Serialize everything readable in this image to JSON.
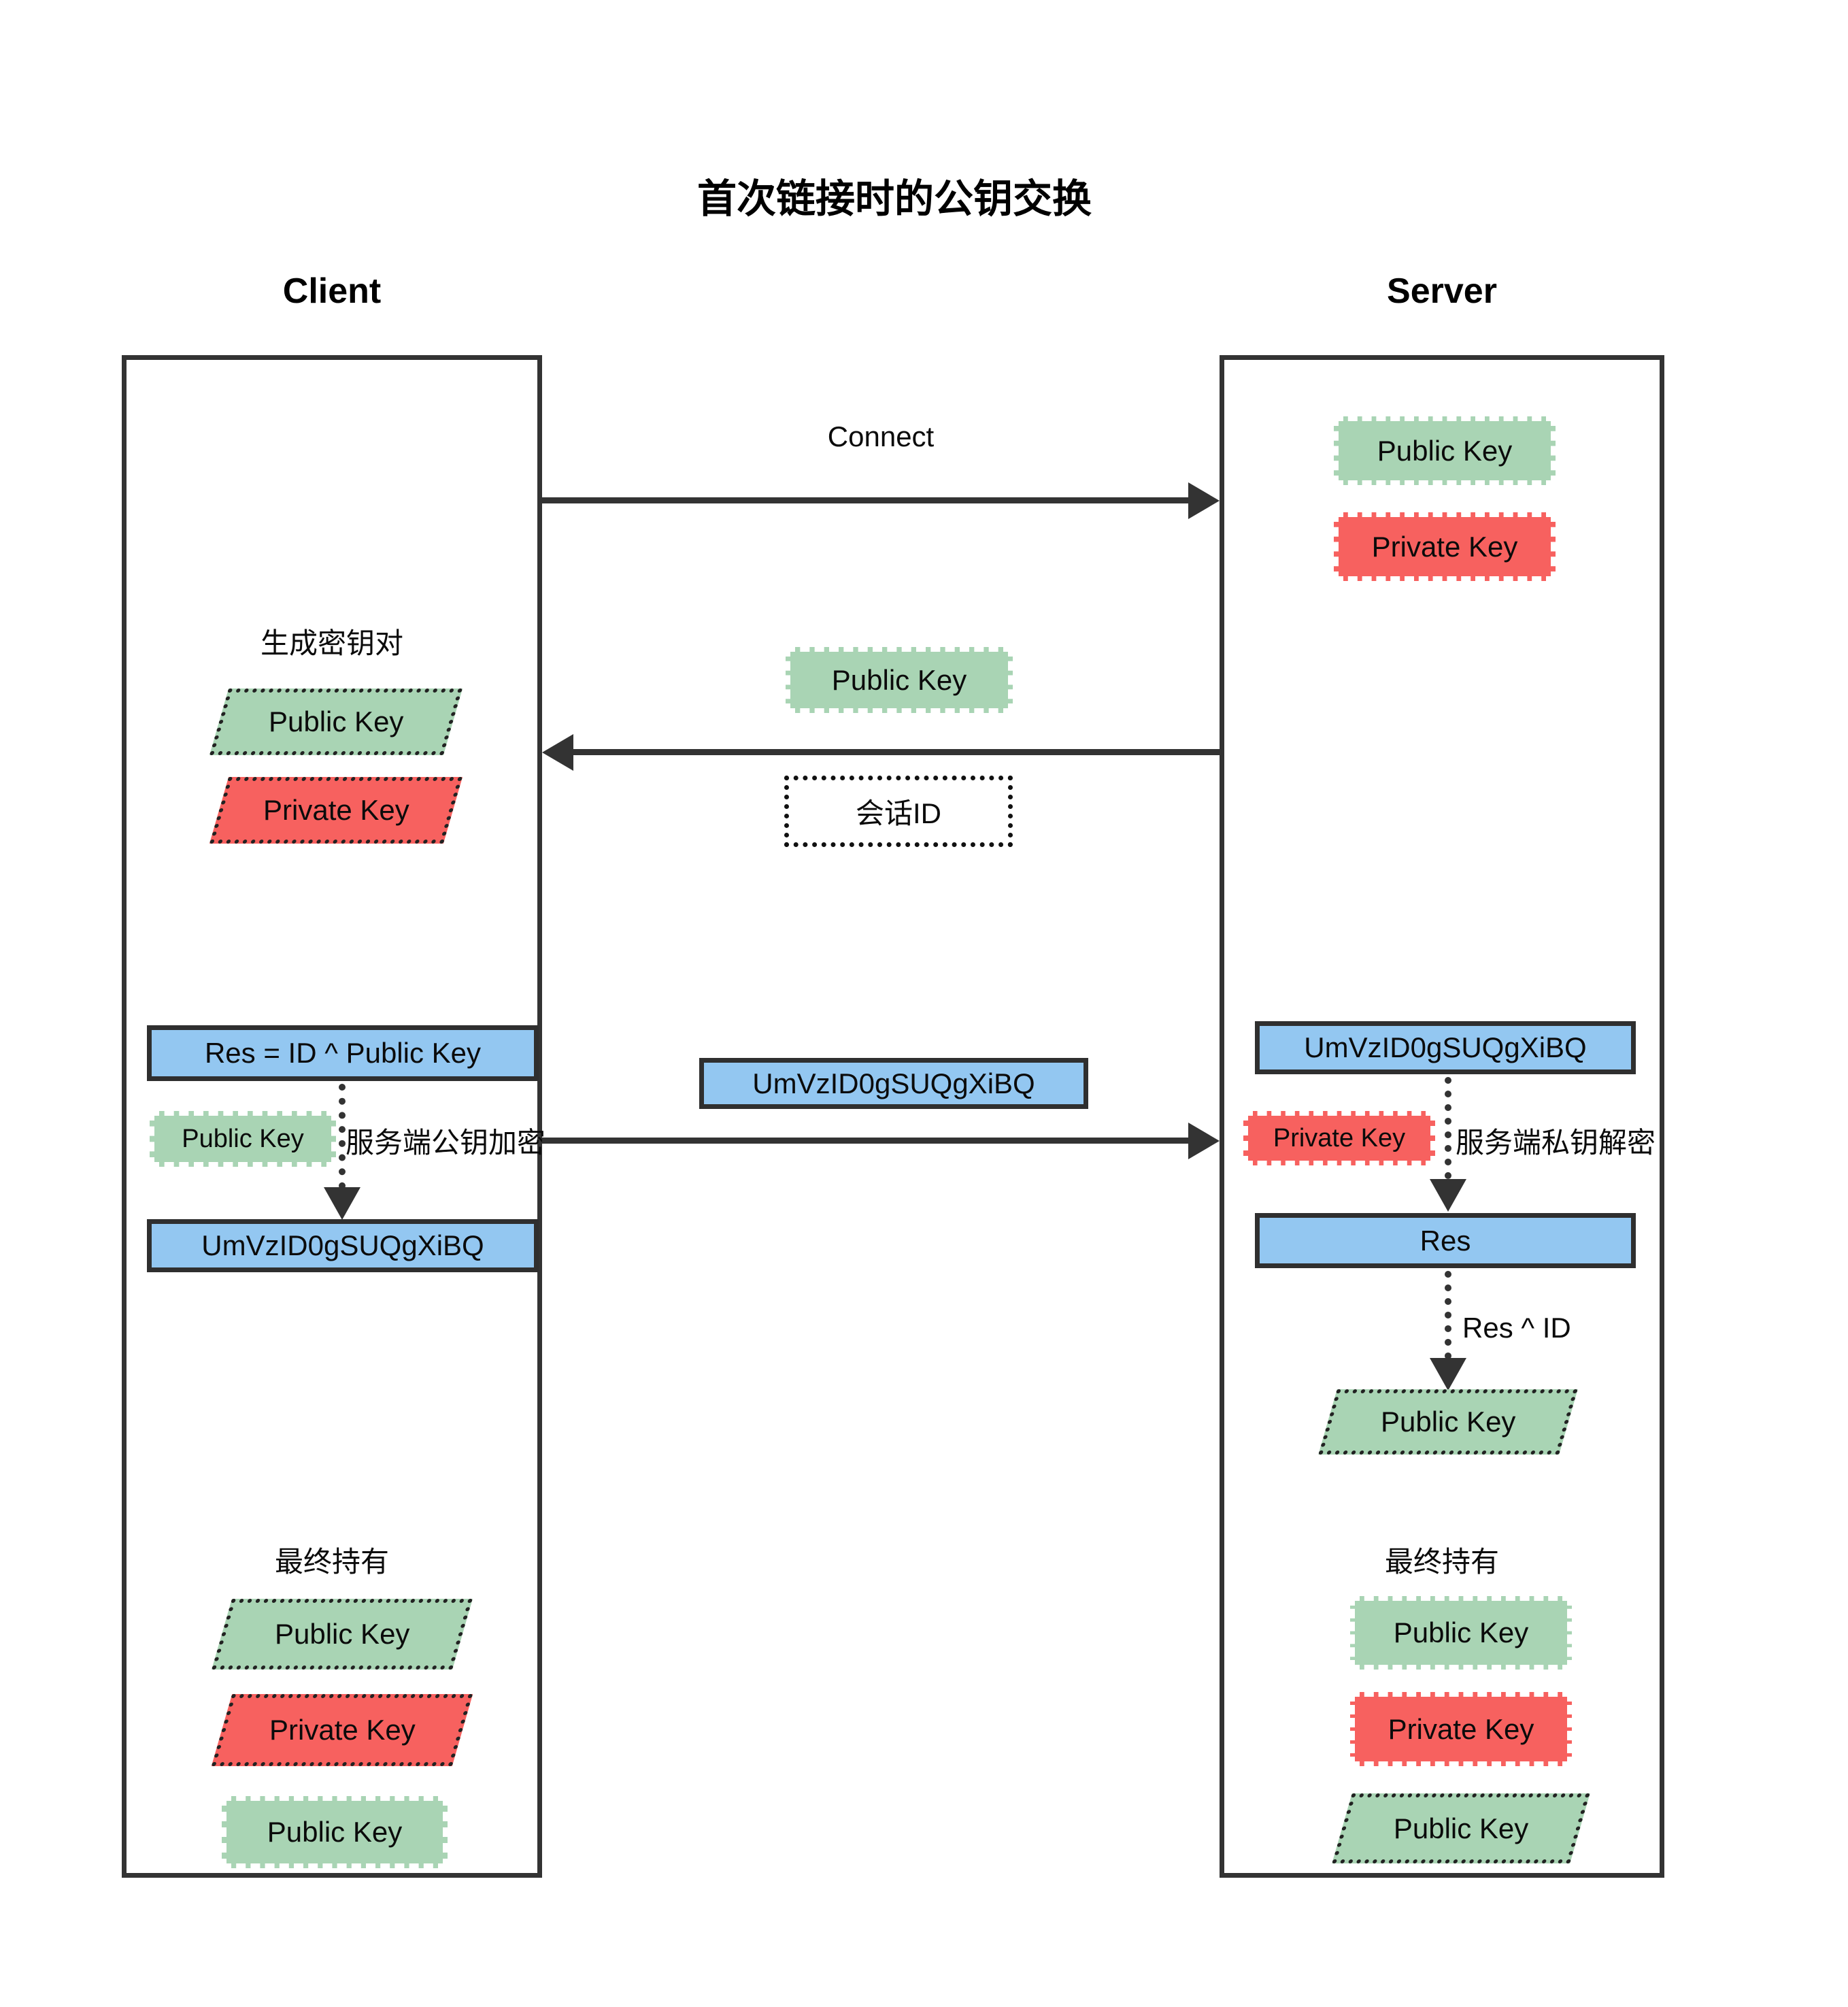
{
  "title": "首次链接时的公钥交换",
  "client": {
    "header": "Client",
    "keygen_label": "生成密钥对",
    "public_key": "Public Key",
    "private_key": "Private Key",
    "res_formula": "Res = ID ^ Public Key",
    "encrypt_key": "Public Key",
    "encrypt_note": "服务端公钥加密",
    "cipher": "UmVzID0gSUQgXiBQ",
    "final_label": "最终持有",
    "final_public_key": "Public Key",
    "final_private_key": "Private Key",
    "final_server_public_key": "Public Key"
  },
  "server": {
    "header": "Server",
    "public_key": "Public Key",
    "private_key": "Private Key",
    "received_cipher": "UmVzID0gSUQgXiBQ",
    "decrypt_key": "Private Key",
    "decrypt_note": "服务端私钥解密",
    "res_label": "Res",
    "derive_label": "Res ^ ID",
    "derived_public_key": "Public Key",
    "final_label": "最终持有",
    "final_public_key": "Public Key",
    "final_private_key": "Private Key",
    "final_client_public_key": "Public Key"
  },
  "messages": {
    "connect": "Connect",
    "server_public_key": "Public Key",
    "session_id": "会话ID",
    "cipher": "UmVzID0gSUQgXiBQ"
  },
  "colors": {
    "green": "#a9d4b4",
    "red": "#f7615f",
    "blue": "#93c7f1",
    "line": "#333333"
  }
}
